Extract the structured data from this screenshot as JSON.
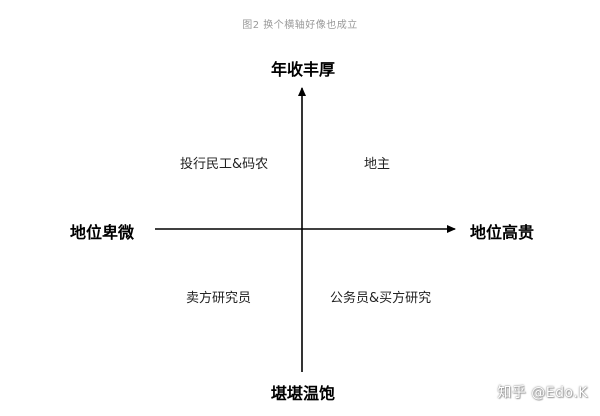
{
  "caption": "图2 换个横轴好像也成立",
  "axes": {
    "top": "年收丰厚",
    "bottom": "堪堪温饱",
    "left": "地位卑微",
    "right": "地位高贵"
  },
  "quadrants": {
    "top_left": "投行民工&码农",
    "top_right": "地主",
    "bottom_left": "卖方研究员",
    "bottom_right": "公务员&买方研究"
  },
  "watermark": "知乎 @Edo.K",
  "colors": {
    "axis": "#000000",
    "caption": "#9a9a9a"
  }
}
